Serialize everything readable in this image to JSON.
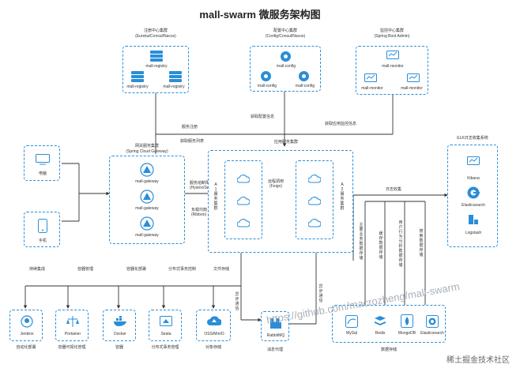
{
  "title": "mall-swarm 微服务架构图",
  "registry": {
    "caption": "注册中心集群",
    "sub": "(Eureka/Consul/Nacos)",
    "nodes": [
      "mall-registry",
      "mall-registry",
      "mall-registry"
    ]
  },
  "config": {
    "caption": "配置中心集群",
    "sub": "(Config/Consul/Nacos)",
    "nodes": [
      "mall-config",
      "mall-config",
      "mall-config"
    ]
  },
  "monitor": {
    "caption": "监控中心集群",
    "sub": "(Spring Boot Admin)",
    "nodes": [
      "mall-monitor",
      "mall-monitor",
      "mall-monitor"
    ]
  },
  "clients": {
    "pc": "电脑",
    "phone": "手机"
  },
  "gateway": {
    "caption": "网关服务集群",
    "sub": "(Spring Cloud Gateway)",
    "nodes": [
      "mall-gateway",
      "mall-gateway",
      "mall-gateway"
    ]
  },
  "a1": "A1服务集群",
  "a2": "A2服务集群",
  "elk": {
    "caption": "ELK日志收集系统",
    "nodes": [
      "Kibana",
      "Elasticsearch",
      "Logstash"
    ]
  },
  "edge_labels": {
    "register": "服务注册",
    "get_config": "获取配置信息",
    "get_monitor": "获取应用监控信息",
    "get_service": "获取服务列表",
    "app_service": "应用服务集群",
    "hystrix": "服务熔断降级\n(Hystrix/Sentinel)",
    "ribbon": "负载均衡\n(Ribbon)",
    "feign": "远程调用\n(Feign)",
    "log_collect": "日志收集",
    "biz_store": "主要业务数据存储",
    "cache": "缓存数据存储",
    "user_behavior": "用户行为分析数据存储",
    "search": "搜索数据存储",
    "async": "异步通信",
    "async2": "异步通信",
    "ci": "持续集成",
    "container_mgmt": "容器管理",
    "container_viz": "容器化部署",
    "dist_tx": "分布式事务控制",
    "file_store": "文件存储"
  },
  "bottom": [
    {
      "name": "Jenkins",
      "caption": "自动化部署"
    },
    {
      "name": "Portainer",
      "caption": "容器可视化管理"
    },
    {
      "name": "Docker",
      "caption": "容器"
    },
    {
      "name": "Seata",
      "caption": "分布式事务管理"
    },
    {
      "name": "OSS/MinIO",
      "caption": "对象存储"
    },
    {
      "name": "RabbitMQ",
      "caption": "消息代理"
    }
  ],
  "storage": {
    "caption": "数据存储",
    "nodes": [
      "MySql",
      "Redis",
      "MongoDB",
      "Elasticsearch"
    ]
  },
  "watermark": "https://github.com/macrozheng/mall-swarm",
  "logo": "稀土掘金技术社区",
  "colors": {
    "accent": "#2a8ed8",
    "line": "#333333"
  }
}
